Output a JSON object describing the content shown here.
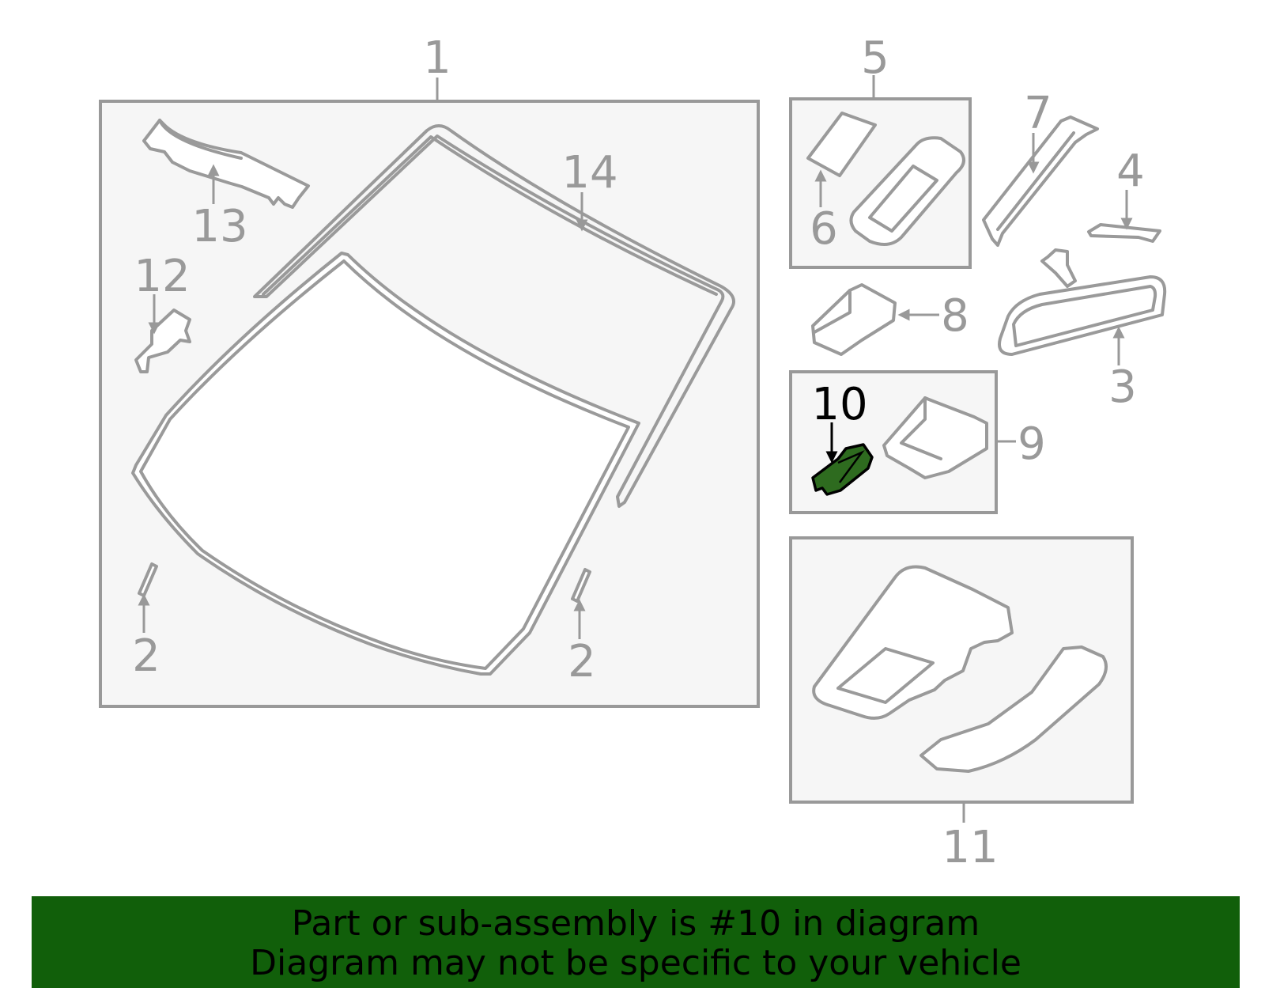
{
  "callouts": {
    "c1": "1",
    "c2a": "2",
    "c2b": "2",
    "c3": "3",
    "c4": "4",
    "c5": "5",
    "c6": "6",
    "c7": "7",
    "c8": "8",
    "c9": "9",
    "c10": "10",
    "c11": "11",
    "c12": "12",
    "c13": "13",
    "c14": "14"
  },
  "banner": {
    "line1": "Part or sub-assembly is #10 in diagram",
    "line2": "Diagram may not be specific to your vehicle"
  },
  "colors": {
    "highlight_part": "#2e6b1f",
    "banner_bg": "#115f0a",
    "line_gray": "#999999"
  }
}
